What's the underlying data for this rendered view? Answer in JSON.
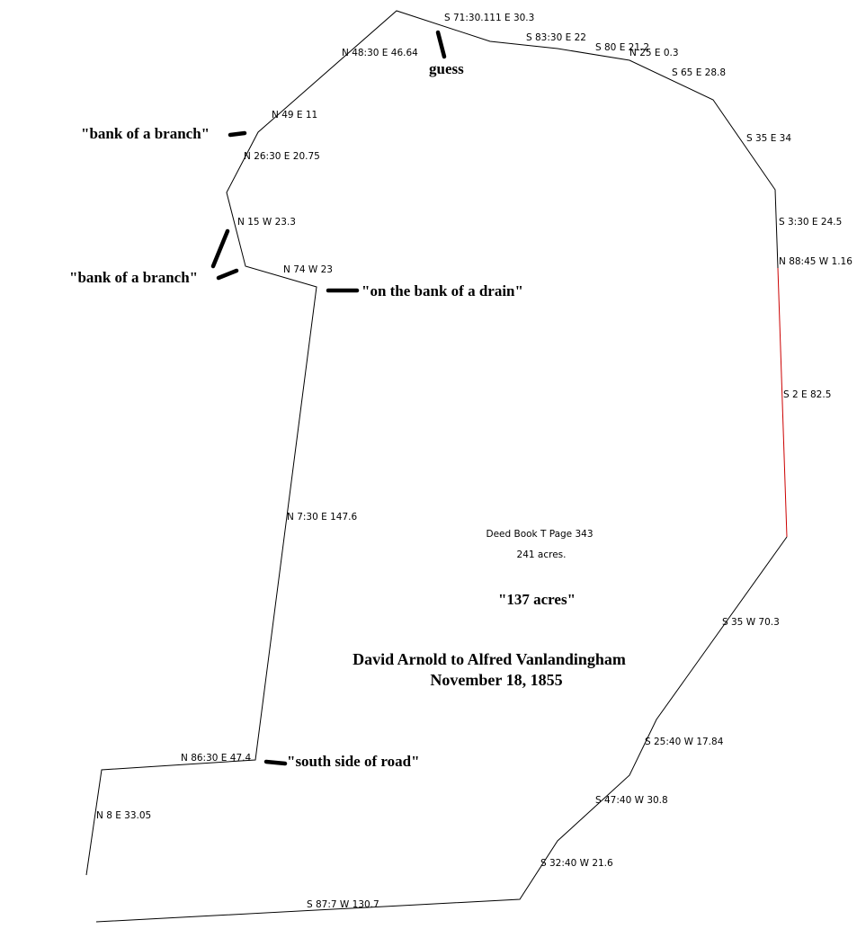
{
  "title": {
    "line1": "David Arnold to Alfred Vanlandingham",
    "line2": "November 18, 1855"
  },
  "deed": {
    "book": "Deed Book T Page 343",
    "acres": "241 acres.",
    "quoted_acres": "\"137 acres\""
  },
  "calls": [
    "S 71:30.111 E 30.3",
    "S 83:30 E 22",
    "S 80 E 21.2",
    "N 25 E 0.3",
    "S 65 E 28.8",
    "S 35 E 34",
    "S 3:30 E 24.5",
    "N 88:45 W 1.16",
    "S 2 E 82.5",
    "S 35 W 70.3",
    "S 25:40 W 17.84",
    "S 47:40 W 30.8",
    "S 32:40 W 21.6",
    "S 87:7 W 130.7",
    "N 8 E 33.05",
    "N 86:30 E 47.4",
    "N 7:30 E 147.6",
    "N 74 W 23",
    "N 15 W 23.3",
    "N 26:30 E 20.75",
    "N 49 E 11",
    "N 48:30 E 46.64"
  ],
  "notes": {
    "guess": "guess",
    "bank1": "\"bank of a branch\"",
    "bank2": "\"bank of a branch\"",
    "drain": "\"on the bank of a drain\"",
    "road": "\"south side of road\""
  },
  "colors": {
    "line": "#000000",
    "highlight": "#cc0000"
  }
}
